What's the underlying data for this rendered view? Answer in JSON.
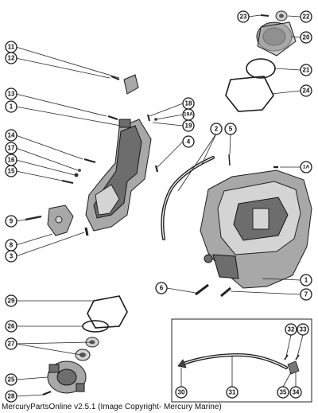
{
  "caption": "MercuryPartsOnline v2.5.1 (Image Copyright- Mercury Marine)",
  "callouts": {
    "c11": "11",
    "c12": "12",
    "c13": "13",
    "c1a": "1",
    "c14": "14",
    "c17": "17",
    "c16": "16",
    "c15": "15",
    "c9": "9",
    "c8": "8",
    "c3": "3",
    "c18": "18",
    "c19a": "19A",
    "c19": "19",
    "c4": "4",
    "c2": "2",
    "c5": "5",
    "c1A": "1A",
    "c23": "23",
    "c22": "22",
    "c20": "20",
    "c21": "21",
    "c24": "24",
    "c1b": "1",
    "c6": "6",
    "c7": "7",
    "c29": "29",
    "c26": "26",
    "c27": "27",
    "c25": "25",
    "c28": "28",
    "c32": "32",
    "c33": "33",
    "c30": "30",
    "c31": "31",
    "c35": "35",
    "c34": "34"
  }
}
